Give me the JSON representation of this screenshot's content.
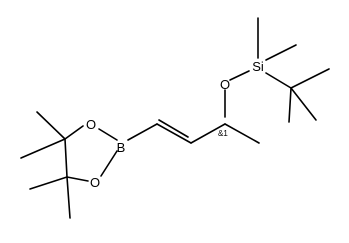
{
  "molecule": {
    "atoms": {
      "si": "Si",
      "o_ether": "O",
      "b": "B",
      "o_ring_top": "O",
      "o_ring_bottom": "O"
    },
    "stereo_label": "&1"
  },
  "colors": {
    "bond": "#000000",
    "text": "#000000",
    "background": "#ffffff"
  }
}
